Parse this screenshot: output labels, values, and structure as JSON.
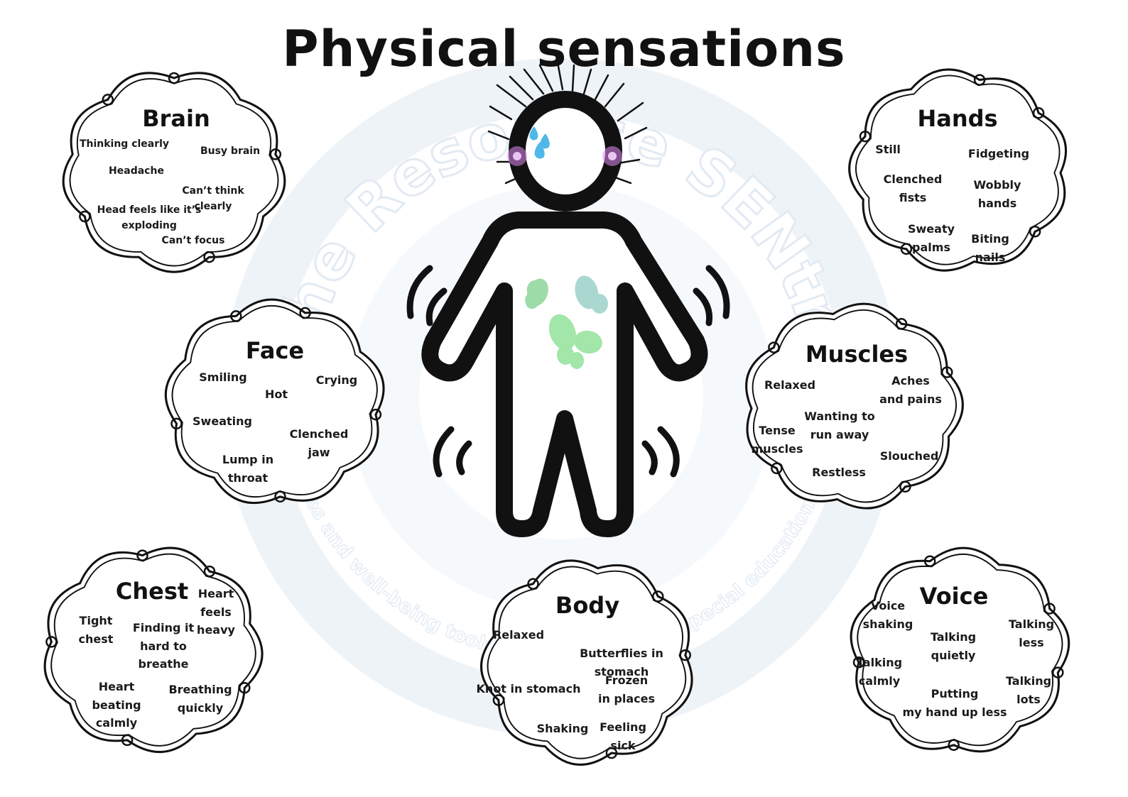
{
  "title": "Physical sensations",
  "watermark": {
    "main": "The Resource SENtre",
    "tagline": "Resources and well-being tools for children with special educational needs"
  },
  "colors": {
    "outline": "#111111",
    "watermark": "#e6eef6",
    "butterfly_green": "#93e0a0",
    "butterfly_teal": "#a8d8d0",
    "tears": "#4fb8e8",
    "blush": "#d66bf0"
  },
  "clouds": [
    {
      "id": "brain",
      "title": "Brain",
      "items": [
        "Thinking clearly",
        "Busy brain",
        "Headache",
        "Can’t think clearly",
        "Head feels like it’s exploding",
        "Can’t focus"
      ]
    },
    {
      "id": "face",
      "title": "Face",
      "items": [
        "Smiling",
        "Crying",
        "Hot",
        "Sweating",
        "Clenched\njaw",
        "Lump in\nthroat"
      ]
    },
    {
      "id": "chest",
      "title": "Chest",
      "items": [
        "Heart\nfeels\nheavy",
        "Tight\nchest",
        "Finding it\nhard to\nbreathe",
        "Heart\nbeating\ncalmly",
        "Breathing\nquickly"
      ]
    },
    {
      "id": "hands",
      "title": "Hands",
      "items": [
        "Still",
        "Fidgeting",
        "Clenched\nfists",
        "Wobbly\nhands",
        "Sweaty\npalms",
        "Biting\nnails"
      ]
    },
    {
      "id": "muscles",
      "title": "Muscles",
      "items": [
        "Relaxed",
        "Aches\nand pains",
        "Wanting to\nrun away",
        "Tense\nmuscles",
        "Slouched",
        "Restless"
      ]
    },
    {
      "id": "body",
      "title": "Body",
      "items": [
        "Relaxed",
        "Butterflies in stomach",
        "Knot in stomach",
        "Frozen\nin places",
        "Shaking",
        "Feeling\nsick"
      ]
    },
    {
      "id": "voice",
      "title": "Voice",
      "items": [
        "Voice\nshaking",
        "Talking\nquietly",
        "Talking\nless",
        "Talking\ncalmly",
        "Talking\nlots",
        "Putting\nmy hand up less"
      ]
    }
  ]
}
